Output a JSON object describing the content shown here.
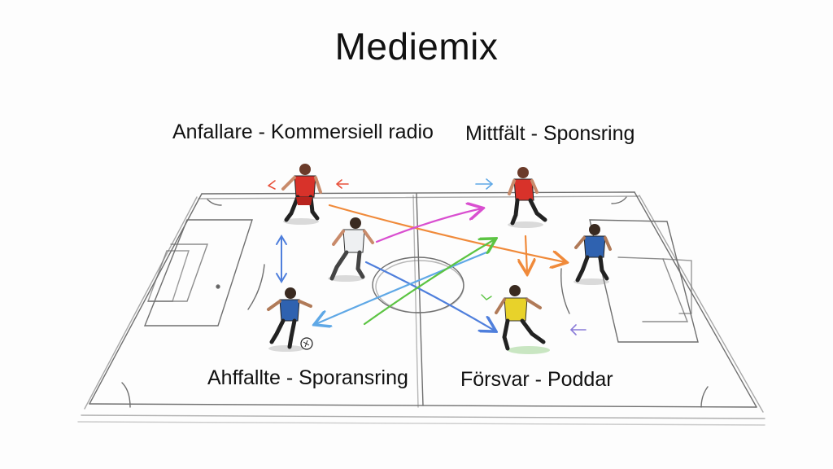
{
  "title": "Mediemix",
  "labels": {
    "top_left": "Anfallare - Kommersiell radio",
    "top_right": "Mittfält - Sponsring",
    "bottom_left": "Ahffallte - Sporansring",
    "bottom_right": "Försvar - Poddar"
  },
  "colors": {
    "red_kit": "#d8322a",
    "white_kit": "#eef0f2",
    "blue_kit": "#2f62b0",
    "yellow_kit": "#e8d22a",
    "arrow_red": "#e8503a",
    "arrow_orange": "#f08a3a",
    "arrow_magenta": "#d94fd0",
    "arrow_blue": "#4f7fdc",
    "arrow_lightblue": "#5fa8e6",
    "arrow_green": "#5cc443",
    "arrow_purple": "#8a7bd8"
  }
}
